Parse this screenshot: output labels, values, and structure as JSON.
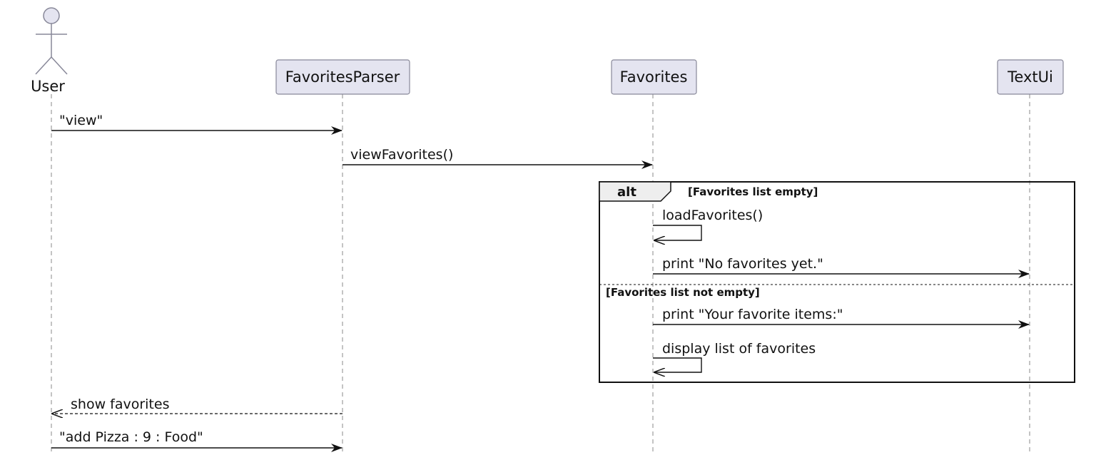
{
  "participants": {
    "user": "User",
    "parser": "FavoritesParser",
    "favorites": "Favorites",
    "textui": "TextUi"
  },
  "messages": {
    "m1": "\"view\"",
    "m2": "viewFavorites()",
    "m3": "loadFavorites()",
    "m4": "print \"No favorites yet.\"",
    "m5": "print \"Your favorite items:\"",
    "m6": "display list of favorites",
    "m7": "show favorites",
    "m8": "\"add Pizza : 9 : Food\""
  },
  "fragment": {
    "operator": "alt",
    "guard1": "[Favorites list empty]",
    "guard2": "[Favorites list not empty]"
  },
  "colors": {
    "participant_fill": "#e4e4f0",
    "participant_stroke": "#888899",
    "line": "#111111",
    "lifeline": "#888888",
    "actor_fill": "#e4e4f0",
    "alt_tab_fill": "#eeeeee"
  }
}
